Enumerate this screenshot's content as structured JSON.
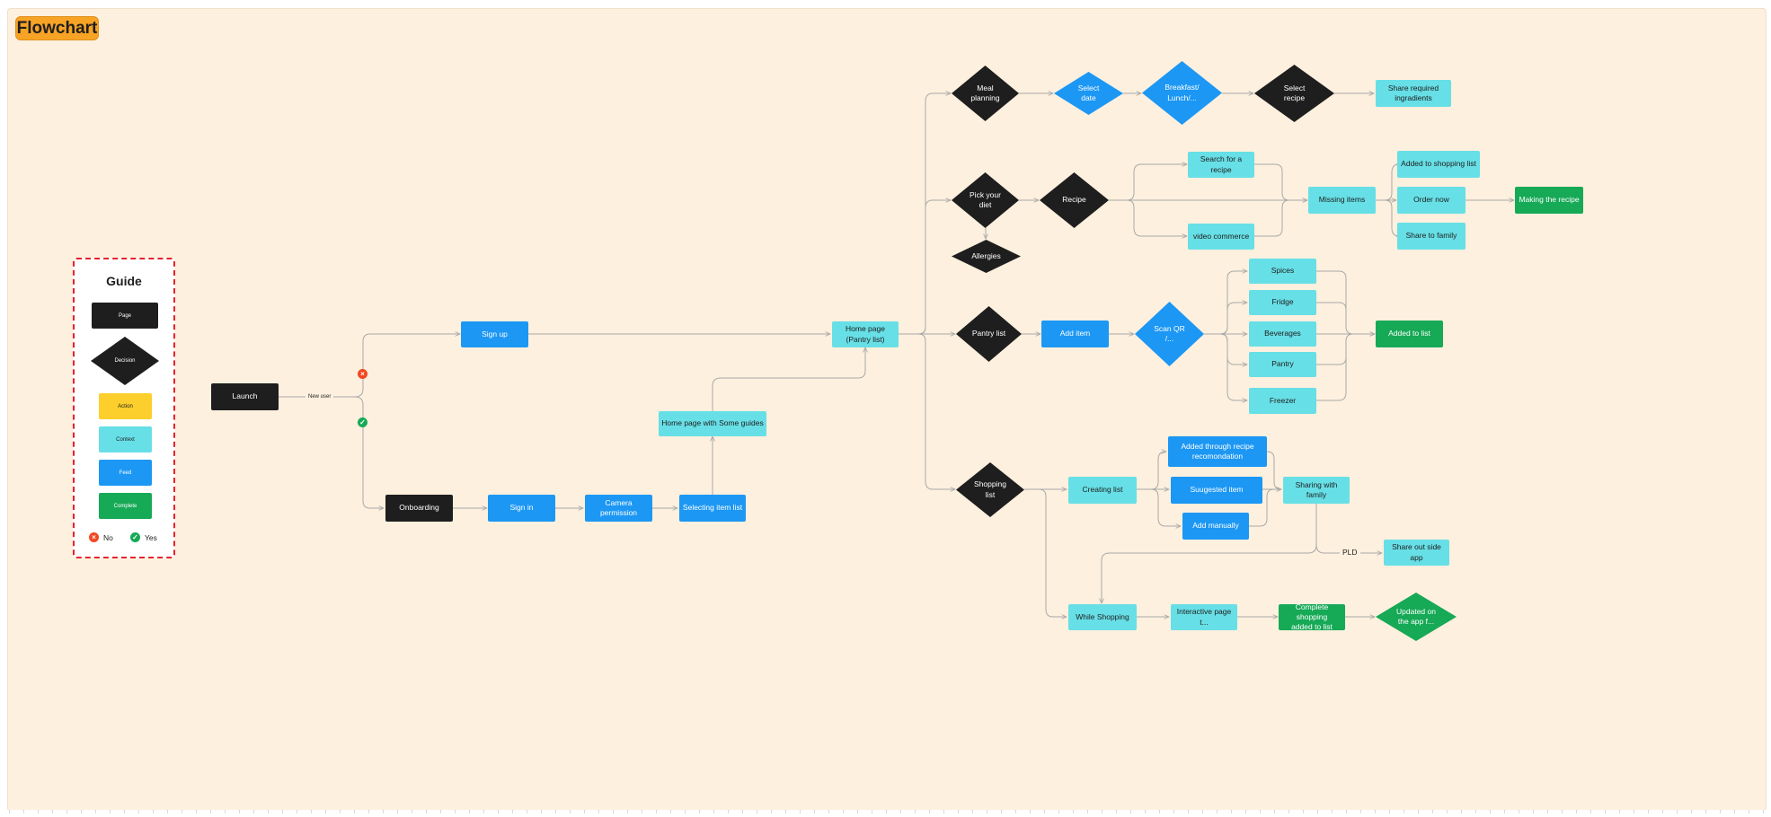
{
  "title": "Flowchart",
  "colors": {
    "page": "#1e1e1e",
    "decision": "#1e1e1e",
    "action": "#fccf2c",
    "context": "#67dfe6",
    "feed": "#1c97f4",
    "complete": "#16a956",
    "no": "#f24822",
    "yes": "#16a956",
    "connector": "#a9a9a9",
    "guide_border": "#e5232d",
    "canvas": "#fdf0de",
    "title_badge": "#f7a325"
  },
  "guide": {
    "title": "Guide",
    "page": "Page",
    "decision": "Decision",
    "action": "Action",
    "context": "Context",
    "feed": "Feed",
    "complete": "Complete",
    "no": "No",
    "yes": "Yes",
    "no_icon": "close-circle-icon",
    "yes_icon": "check-circle-icon"
  },
  "nodes": {
    "launch": "Launch",
    "sign_up": "Sign up",
    "onboarding": "Onboarding",
    "sign_in": "Sign in",
    "camera_permission": "Camera permission",
    "selecting_item_list": "Selecting item list",
    "home_guides": "Home page with Some guides",
    "home_page": "Home page\n(Pantry list)",
    "meal_planning": "Meal\nplanning",
    "select_date": "Select\ndate",
    "breakfast": "Breakfast/\nLunch/...",
    "select_recipe": "Select\nrecipe",
    "share_ingredients": "Share required\ningradients",
    "pick_diet": "Pick your\ndiet",
    "allergies": "Allergies",
    "recipe": "Recipe",
    "search_recipe": "Search for a recipe",
    "video_commerce": "video commerce",
    "missing_items": "Missing items",
    "added_shopping_list": "Added to shopping list",
    "order_now": "Order now",
    "share_family": "Share to family",
    "making_recipe": "Making the recipe",
    "pantry_list": "Pantry list",
    "add_item": "Add item",
    "scan_qr": "Scan QR\n/...",
    "spices": "Spices",
    "fridge": "Fridge",
    "beverages": "Beverages",
    "pantry": "Pantry",
    "freezer": "Freezer",
    "added_to_list": "Added to list",
    "shopping_list": "Shopping\nlist",
    "creating_list": "Creating list",
    "added_recipe_rec": "Added through recipe\nrecomondation",
    "suggested_item": "Suugested item",
    "add_manually": "Add manually",
    "sharing_family": "Sharing with family",
    "share_outside": "Share out side app",
    "while_shopping": "While Shopping",
    "interactive_page": "Interactive page t...",
    "complete_shopping": "Complete shopping\nadded to list",
    "updated_app": "Updated on\nthe app f..."
  },
  "edge_labels": {
    "new_user": "New user",
    "pld": "PLD"
  },
  "icons": {
    "no": "close-circle-icon",
    "yes": "check-circle-icon"
  }
}
